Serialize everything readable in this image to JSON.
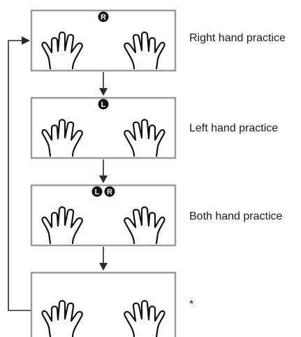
{
  "steps": [
    {
      "label": "Right hand practice",
      "badges": [
        "R"
      ]
    },
    {
      "label": "Left hand practice",
      "badges": [
        "L"
      ]
    },
    {
      "label": "Both hand practice",
      "badges": [
        "L",
        "R"
      ]
    },
    {
      "label": "*",
      "badges": []
    }
  ],
  "colors": {
    "frame_fill": "#ffffff",
    "frame_stroke": "#9a9a9a",
    "hand_stroke": "#111111",
    "arrow": "#2a2a2a",
    "badge": "#111111"
  }
}
